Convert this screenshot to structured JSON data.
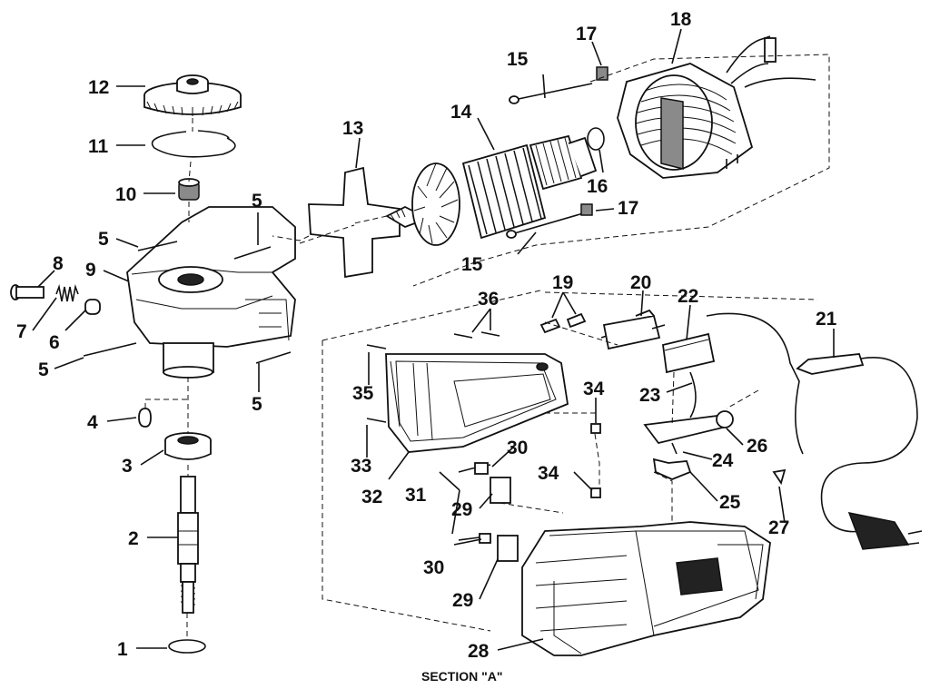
{
  "caption": "SECTION \"A\"",
  "callouts": {
    "p1": "1",
    "p2": "2",
    "p3": "3",
    "p4": "4",
    "p5a": "5",
    "p5b": "5",
    "p5c": "5",
    "p5d": "5",
    "p6": "6",
    "p7": "7",
    "p8": "8",
    "p9": "9",
    "p10": "10",
    "p11": "11",
    "p12": "12",
    "p13": "13",
    "p14": "14",
    "p15a": "15",
    "p15b": "15",
    "p16": "16",
    "p17a": "17",
    "p17b": "17",
    "p18": "18",
    "p19": "19",
    "p20": "20",
    "p21": "21",
    "p22": "22",
    "p23": "23",
    "p24": "24",
    "p25": "25",
    "p26": "26",
    "p27": "27",
    "p28": "28",
    "p29a": "29",
    "p29b": "29",
    "p30a": "30",
    "p30b": "30",
    "p31": "31",
    "p32": "32",
    "p33": "33",
    "p34a": "34",
    "p34b": "34",
    "p35": "35",
    "p36": "36"
  }
}
